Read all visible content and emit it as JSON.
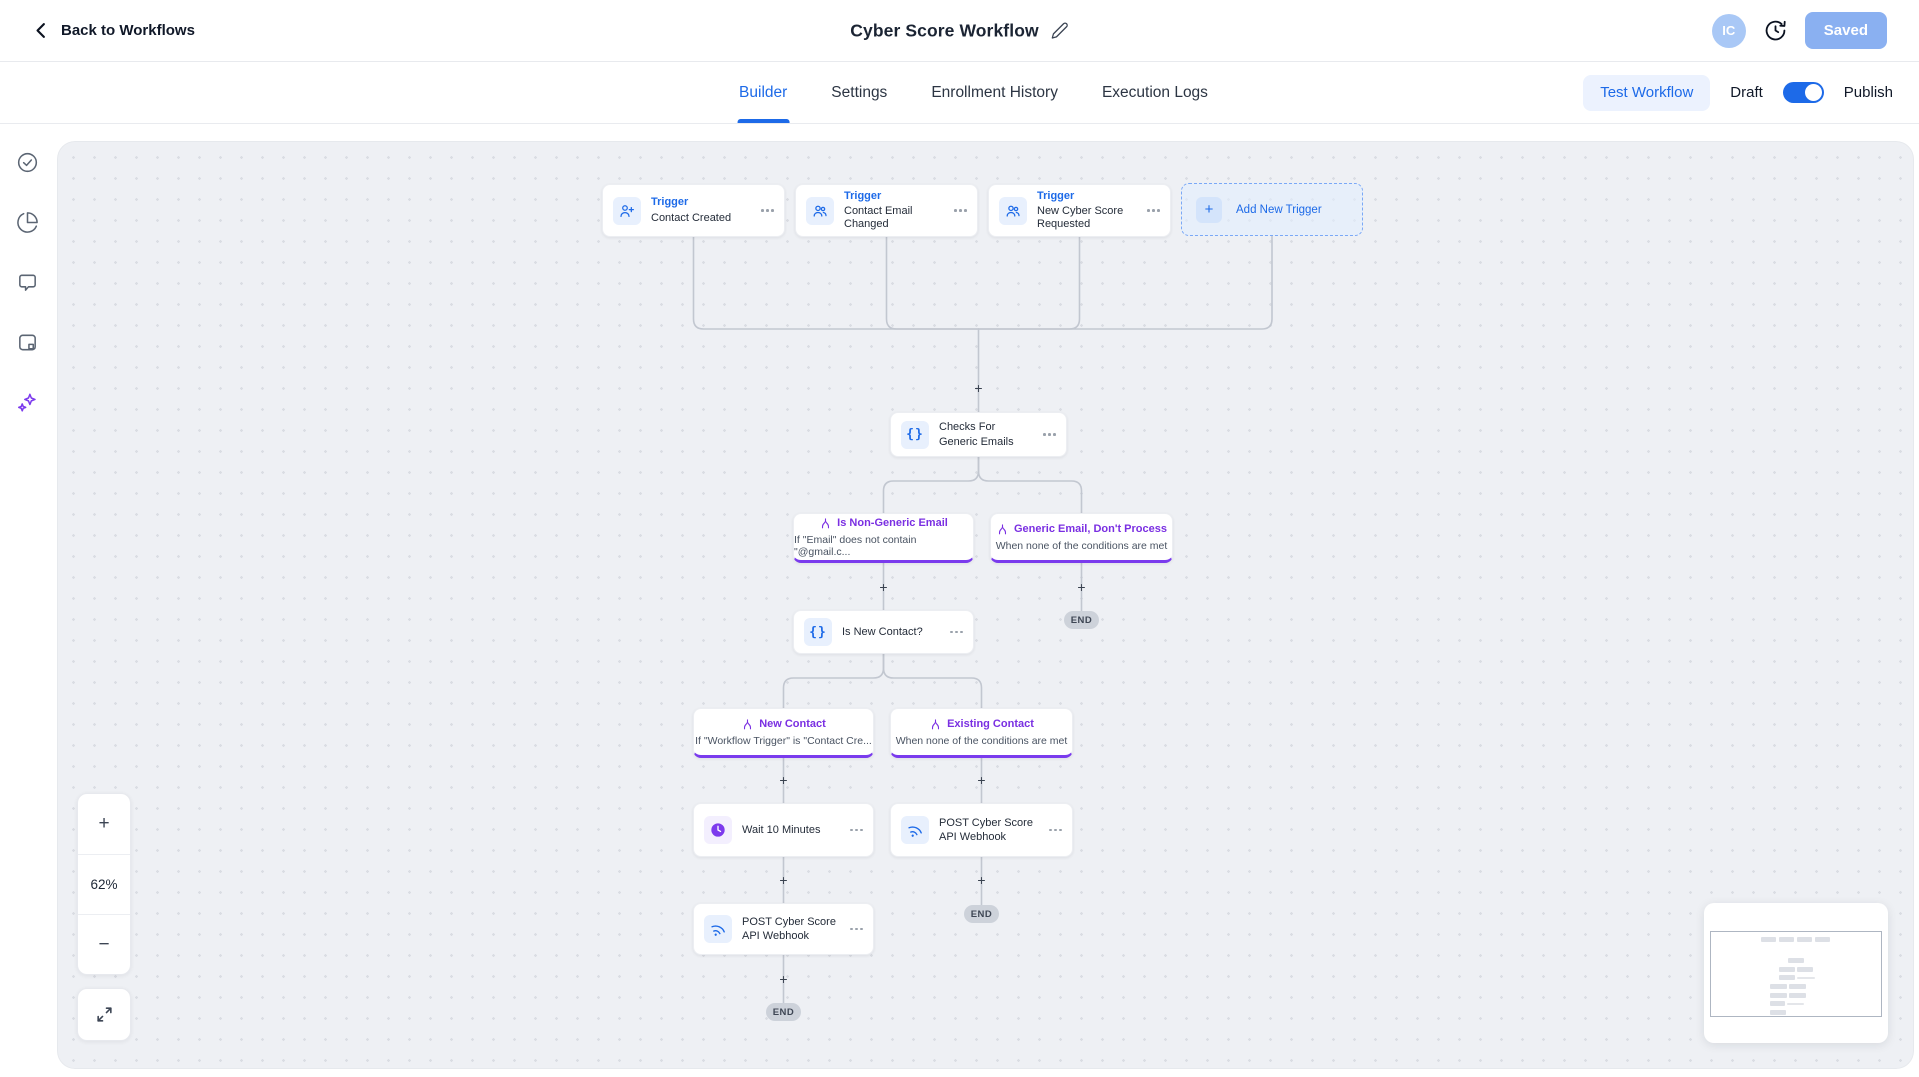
{
  "header": {
    "back_label": "Back to Workflows",
    "title": "Cyber Score Workflow",
    "avatar_initials": "IC",
    "save_status": "Saved"
  },
  "tabs": {
    "items": [
      {
        "label": "Builder"
      },
      {
        "label": "Settings"
      },
      {
        "label": "Enrollment History"
      },
      {
        "label": "Execution Logs"
      }
    ],
    "active_tab": "Builder",
    "test_workflow_label": "Test Workflow",
    "draft_label": "Draft",
    "publish_label": "Publish",
    "publish_toggle_state": "on"
  },
  "sidebar": {
    "icons": [
      "check-circle",
      "pie-chart",
      "chat-bubble",
      "notes",
      "ai-sparkles"
    ]
  },
  "canvas": {
    "zoom": {
      "in": "+",
      "out": "−",
      "level": "62%"
    },
    "plus": "+",
    "end_label": "END",
    "triggers": [
      {
        "label": "Trigger",
        "name": "Contact Created",
        "icon": "user-plus-icon"
      },
      {
        "label": "Trigger",
        "name": "Contact Email Changed",
        "icon": "users-icon"
      },
      {
        "label": "Trigger",
        "name": "New Cyber Score Requested",
        "icon": "users-icon"
      }
    ],
    "add_new_trigger_label": "Add New Trigger",
    "actions": {
      "checks_generic_emails": {
        "title": "Checks For Generic Emails",
        "icon": "code-braces-icon"
      },
      "is_new_contact": {
        "title": "Is New Contact?",
        "icon": "code-braces-icon"
      },
      "wait": {
        "title": "Wait 10 Minutes",
        "icon": "clock-icon"
      },
      "webhook_existing": {
        "title": "POST Cyber Score API Webhook",
        "icon": "webhook-icon"
      },
      "webhook_new": {
        "title": "POST Cyber Score API Webhook",
        "icon": "webhook-icon"
      }
    },
    "branches": {
      "non_generic": {
        "title": "Is Non-Generic Email",
        "condition": "If \"Email\" does not contain \"@gmail.c..."
      },
      "generic": {
        "title": "Generic Email, Don't Process",
        "condition": "When none of the conditions are met"
      },
      "new_contact": {
        "title": "New Contact",
        "condition": "If \"Workflow Trigger\" is \"Contact Cre..."
      },
      "existing": {
        "title": "Existing Contact",
        "condition": "When none of the conditions are met"
      }
    }
  },
  "colors": {
    "accent_blue": "#1d6ae8",
    "purple": "#7a2fe2",
    "canvas_bg": "#eef0f4",
    "saved_button": "#8ab0f1",
    "connector": "#c2c7d0"
  }
}
